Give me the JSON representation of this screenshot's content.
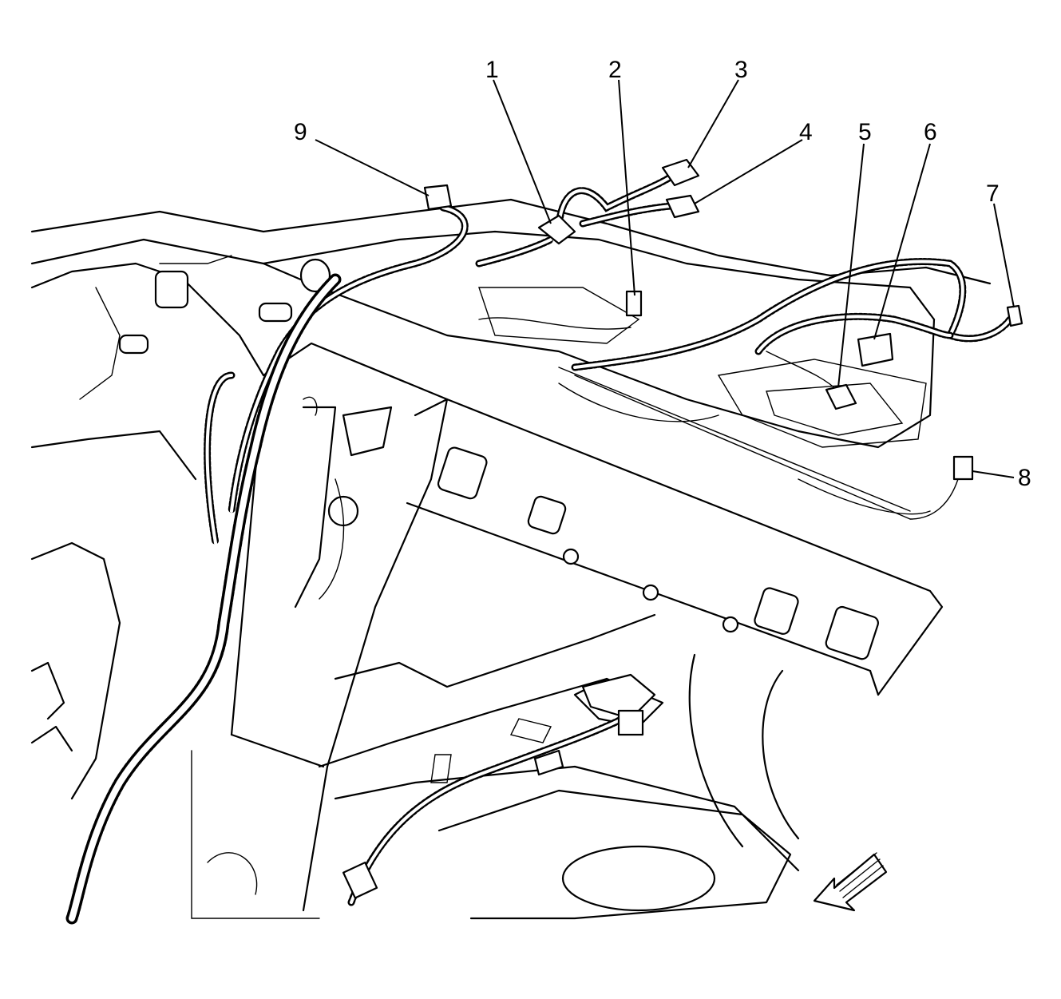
{
  "diagram": {
    "callouts": [
      {
        "id": "1",
        "label": "1"
      },
      {
        "id": "2",
        "label": "2"
      },
      {
        "id": "3",
        "label": "3"
      },
      {
        "id": "4",
        "label": "4"
      },
      {
        "id": "5",
        "label": "5"
      },
      {
        "id": "6",
        "label": "6"
      },
      {
        "id": "7",
        "label": "7"
      },
      {
        "id": "8",
        "label": "8"
      },
      {
        "id": "9",
        "label": "9"
      }
    ],
    "icons": [
      "front-direction-arrow-icon"
    ]
  }
}
